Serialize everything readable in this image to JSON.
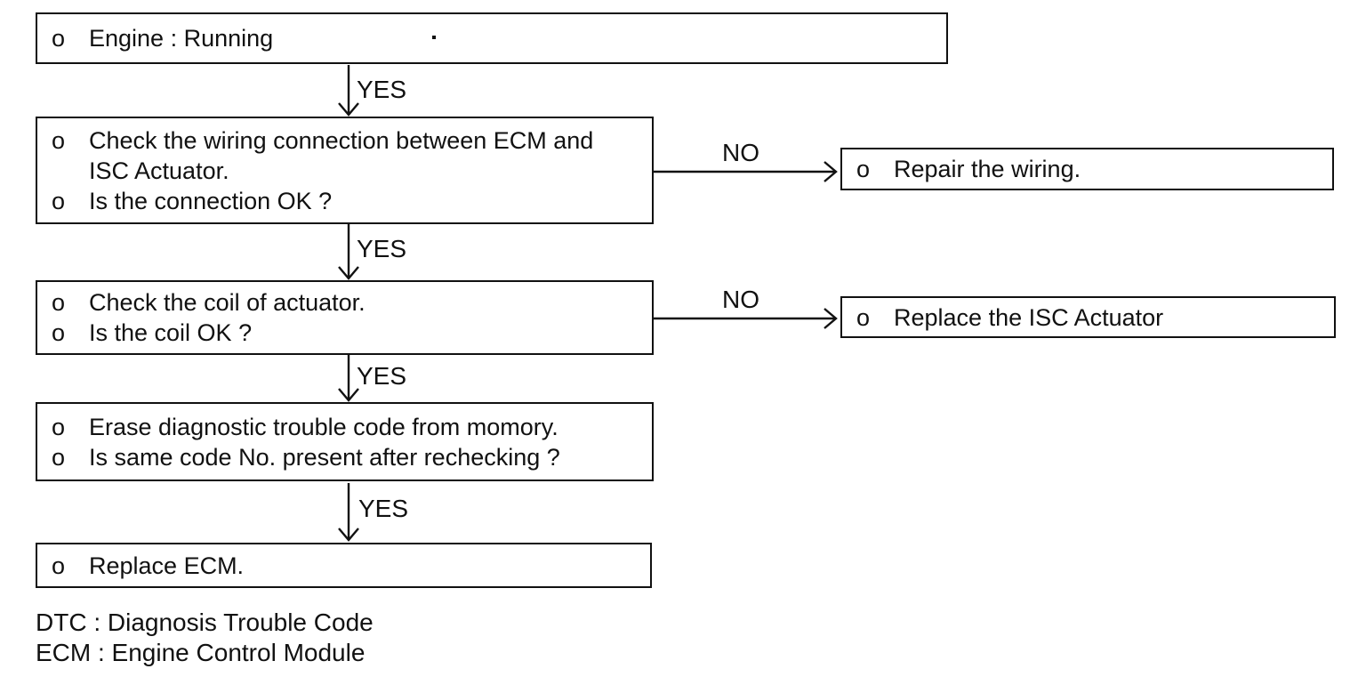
{
  "colors": {
    "ink": "#111111",
    "paper": "#ffffff"
  },
  "flowchart": {
    "boxes": {
      "engine": {
        "rows": [
          {
            "bullet": "o",
            "text": "Engine : Running"
          }
        ]
      },
      "wiring_check": {
        "rows": [
          {
            "bullet": "o",
            "text": "Check the wiring connection between ECM and"
          },
          {
            "bullet": "",
            "text": "ISC Actuator."
          },
          {
            "bullet": "o",
            "text": "Is the connection OK ?"
          }
        ]
      },
      "repair_wiring": {
        "rows": [
          {
            "bullet": "o",
            "text": "Repair the wiring."
          }
        ]
      },
      "coil_check": {
        "rows": [
          {
            "bullet": "o",
            "text": "Check the coil of actuator."
          },
          {
            "bullet": "o",
            "text": "Is the coil OK ?"
          }
        ]
      },
      "replace_isc": {
        "rows": [
          {
            "bullet": "o",
            "text": "Replace the ISC Actuator"
          }
        ]
      },
      "erase_code": {
        "rows": [
          {
            "bullet": "o",
            "text": "Erase diagnostic trouble code from momory."
          },
          {
            "bullet": "o",
            "text": "Is same code No. present after rechecking ?"
          }
        ]
      },
      "replace_ecm": {
        "rows": [
          {
            "bullet": "o",
            "text": "Replace ECM."
          }
        ]
      }
    },
    "connector_labels": {
      "yes1": "YES",
      "yes2": "YES",
      "yes3": "YES",
      "yes4": "YES",
      "no1": "NO",
      "no2": "NO"
    },
    "legend": {
      "line1": "DTC : Diagnosis Trouble Code",
      "line2": "ECM : Engine Control Module"
    }
  }
}
